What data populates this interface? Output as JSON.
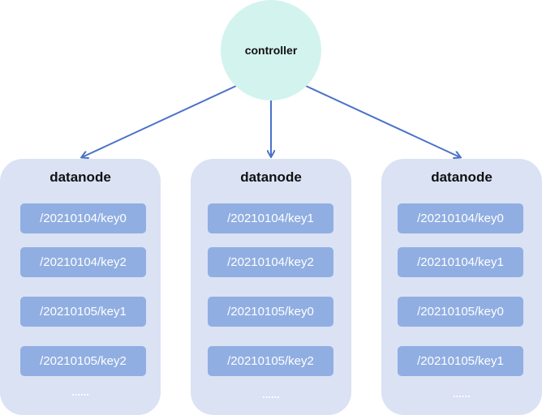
{
  "controller": {
    "label": "controller"
  },
  "nodes": [
    {
      "title": "datanode",
      "keys": [
        "/20210104/key0",
        "/20210104/key2",
        "/20210105/key1",
        "/20210105/key2"
      ],
      "more": "......"
    },
    {
      "title": "datanode",
      "keys": [
        "/20210104/key1",
        "/20210104/key2",
        "/20210105/key0",
        "/20210105/key2"
      ],
      "more": "......"
    },
    {
      "title": "datanode",
      "keys": [
        "/20210104/key0",
        "/20210104/key1",
        "/20210105/key0",
        "/20210105/key1"
      ],
      "more": "......"
    }
  ],
  "colors": {
    "controller": "#d3f3ef",
    "node": "#dae2f4",
    "key": "#90aee2",
    "arrow": "#4a72c8"
  }
}
